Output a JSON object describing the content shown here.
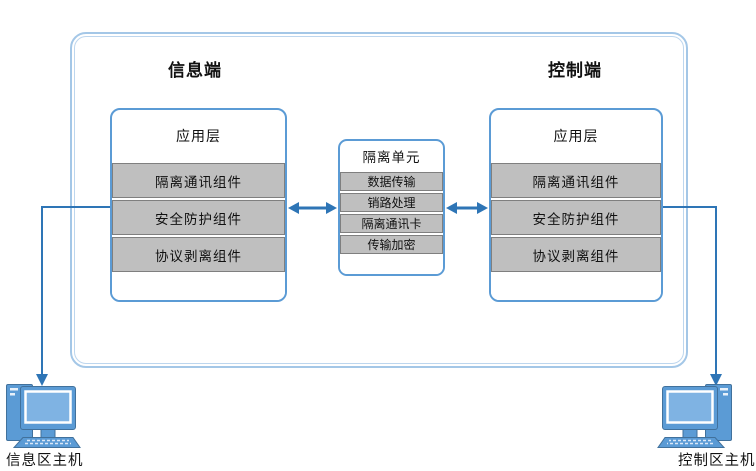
{
  "diagram": {
    "left_section": {
      "title": "信息端",
      "stack": {
        "header": "应用层",
        "rows": [
          "隔离通讯组件",
          "安全防护组件",
          "协议剥离组件"
        ]
      }
    },
    "right_section": {
      "title": "控制端",
      "stack": {
        "header": "应用层",
        "rows": [
          "隔离通讯组件",
          "安全防护组件",
          "协议剥离组件"
        ]
      }
    },
    "isolation_unit": {
      "header": "隔离单元",
      "rows": [
        "数据传输",
        "销路处理",
        "隔离通讯卡",
        "传输加密"
      ]
    },
    "hosts": {
      "info": {
        "label": "信息区主机",
        "icon": "computer-icon"
      },
      "control": {
        "label": "控制区主机",
        "icon": "computer-icon"
      }
    },
    "colors": {
      "box_border": "#5b9bd5",
      "frame_border": "#a4c7e7",
      "row_fill": "#bfbfbf",
      "row_border": "#7f7f7f",
      "connector": "#2e75b6",
      "icon_fill": "#5b9bd5",
      "icon_stroke": "#41719c",
      "screen_fill": "#7fb3e3"
    }
  }
}
